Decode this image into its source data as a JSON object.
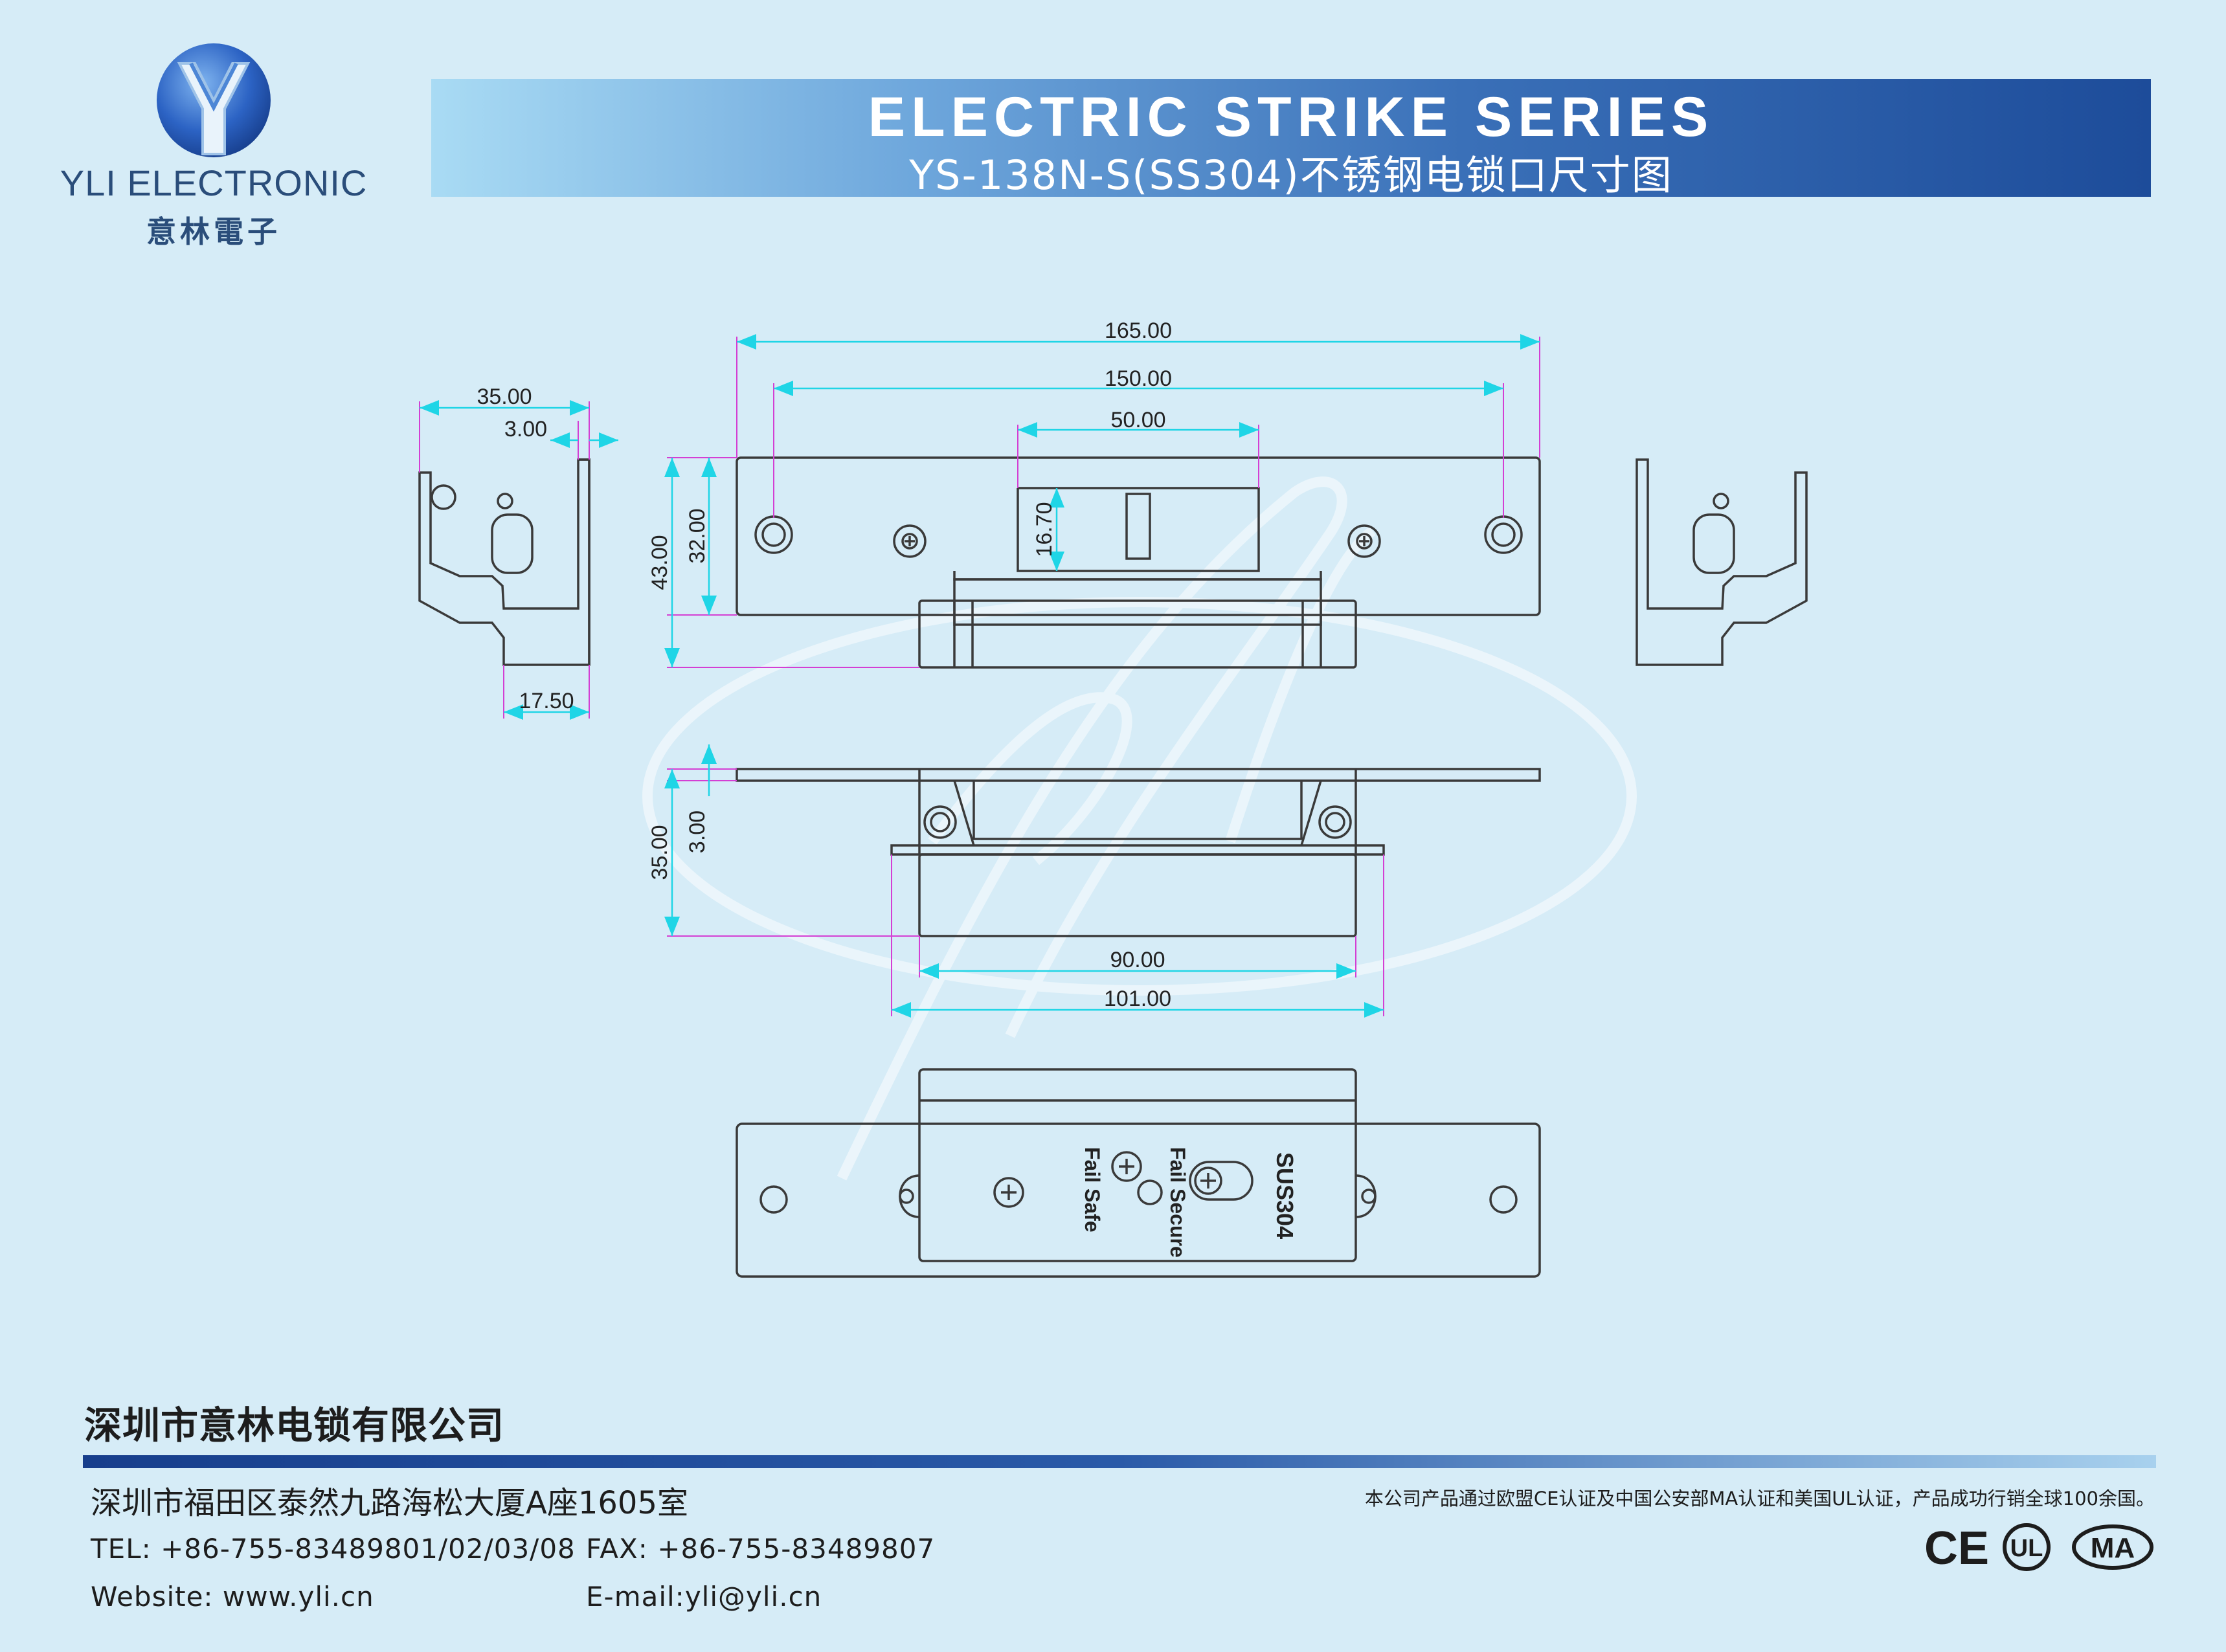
{
  "brand": {
    "name_en": "YLI ELECTRONIC",
    "name_cn": "意林電子"
  },
  "header": {
    "title": "ELECTRIC STRIKE SERIES",
    "subtitle": "YS-138N-S(SS304)不锈钢电锁口尺寸图"
  },
  "drawing": {
    "dims": {
      "overall_length": "165.00",
      "hole_spacing": "150.00",
      "center_opening": "50.00",
      "plate_height_total": "43.00",
      "plate_height": "32.00",
      "opening_depth": "16.70",
      "side_width": "35.00",
      "side_thickness": "3.00",
      "side_base": "17.50",
      "front_depth": "35.00",
      "front_thickness": "3.00",
      "body_width": "90.00",
      "outer_width": "101.00"
    },
    "labels": {
      "material": "SUS304",
      "fail_secure": "Fail Secure",
      "fail_safe": "Fail Safe"
    }
  },
  "footer": {
    "company": "深圳市意林电锁有限公司",
    "address": "深圳市福田区泰然九路海松大厦A座1605室",
    "notice": "本公司产品通过欧盟CE认证及中国公安部MA认证和美国UL认证，产品成功行销全球100余国。",
    "tel": "TEL: +86-755-83489801/02/03/08",
    "fax": "FAX: +86-755-83489807",
    "website": "Website: www.yli.cn",
    "email": "E-mail:yli@yli.cn",
    "certifications": [
      "CE",
      "UL",
      "MA"
    ]
  },
  "colors": {
    "dimension_line": "#1fd5e6",
    "extension_line": "#d43fd4",
    "outline": "#3a3a3a",
    "brand_blue": "#2a4d7a"
  }
}
